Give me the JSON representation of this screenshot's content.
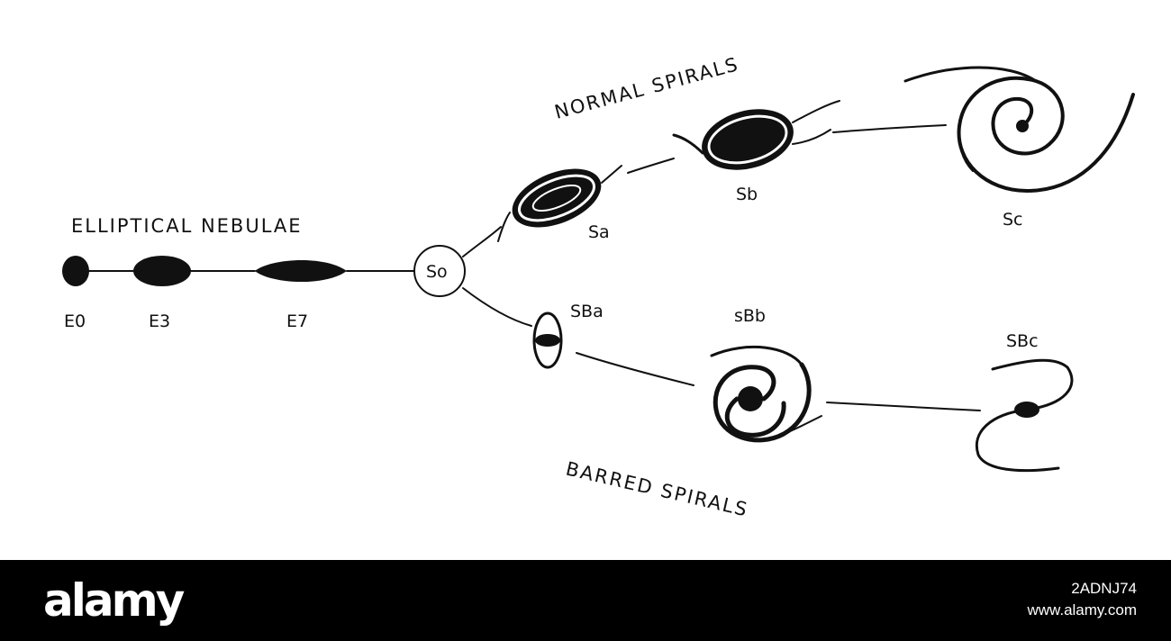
{
  "headings": {
    "elliptical": "ELLIPTICAL NEBULAE",
    "normal": "NORMAL SPIRALS",
    "barred": "BARRED SPIRALS"
  },
  "classes": {
    "e0": "E0",
    "e3": "E3",
    "e7": "E7",
    "s0": "So",
    "sa": "Sa",
    "sb": "Sb",
    "sc": "Sc",
    "sba": "SBa",
    "sbb": "sBb",
    "sbc": "SBc"
  },
  "footer": {
    "brand": "alamy",
    "image_id": "2ADNJ74",
    "site": "www.alamy.com"
  }
}
